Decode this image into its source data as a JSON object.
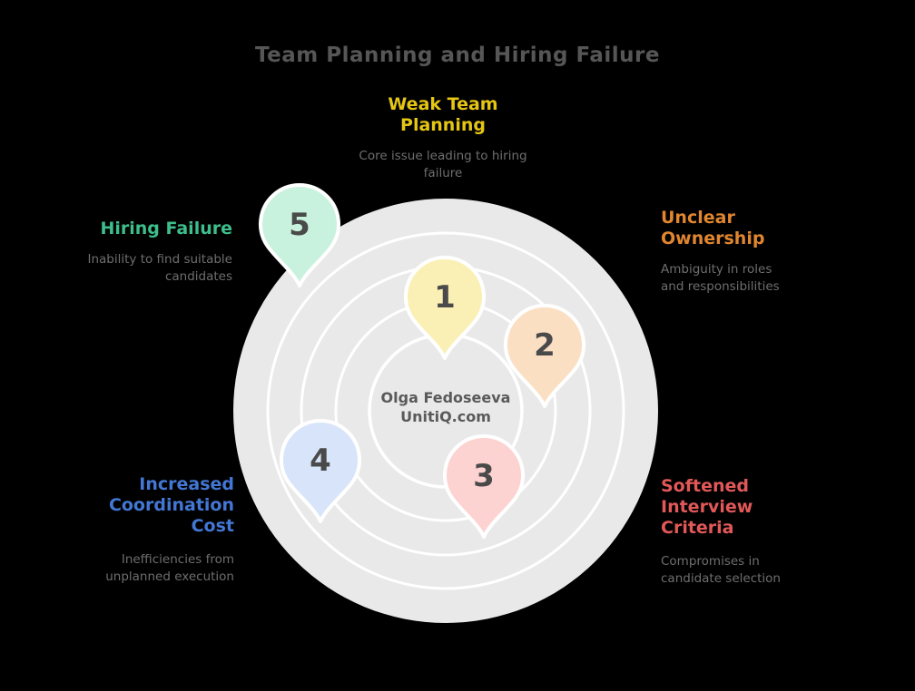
{
  "title": "Team Planning and Hiring Failure",
  "center": {
    "line1": "Olga Fedoseeva",
    "line2": "UnitiQ.com"
  },
  "colors": {
    "background": "#000000",
    "disc_fill": "#E9E9E9",
    "ring_stroke": "#FFFFFF",
    "pin_outline": "#FFFFFF",
    "title_text": "#565656",
    "subtitle_text": "#6E6E6E",
    "center_text": "#5A5A5A",
    "pin_number": "#4A4A4A"
  },
  "items": [
    {
      "number": "1",
      "heading": "Weak Team Planning",
      "description": "Core issue leading to hiring failure",
      "heading_color": "#E5C613",
      "pin_color": "#FAF0B5"
    },
    {
      "number": "2",
      "heading": "Unclear Ownership",
      "description": "Ambiguity in roles and responsibilities",
      "heading_color": "#E0862E",
      "pin_color": "#FADFC3"
    },
    {
      "number": "3",
      "heading": "Softened Interview Criteria",
      "description": "Compromises in candidate selection",
      "heading_color": "#E25858",
      "pin_color": "#FCD3D1"
    },
    {
      "number": "4",
      "heading": "Increased Coordination Cost",
      "description": "Inefficiencies from unplanned execution",
      "heading_color": "#4277D4",
      "pin_color": "#D8E4F9"
    },
    {
      "number": "5",
      "heading": "Hiring Failure",
      "description": "Inability to find suitable candidates",
      "heading_color": "#3DBE8C",
      "pin_color": "#C9F2DE"
    }
  ]
}
